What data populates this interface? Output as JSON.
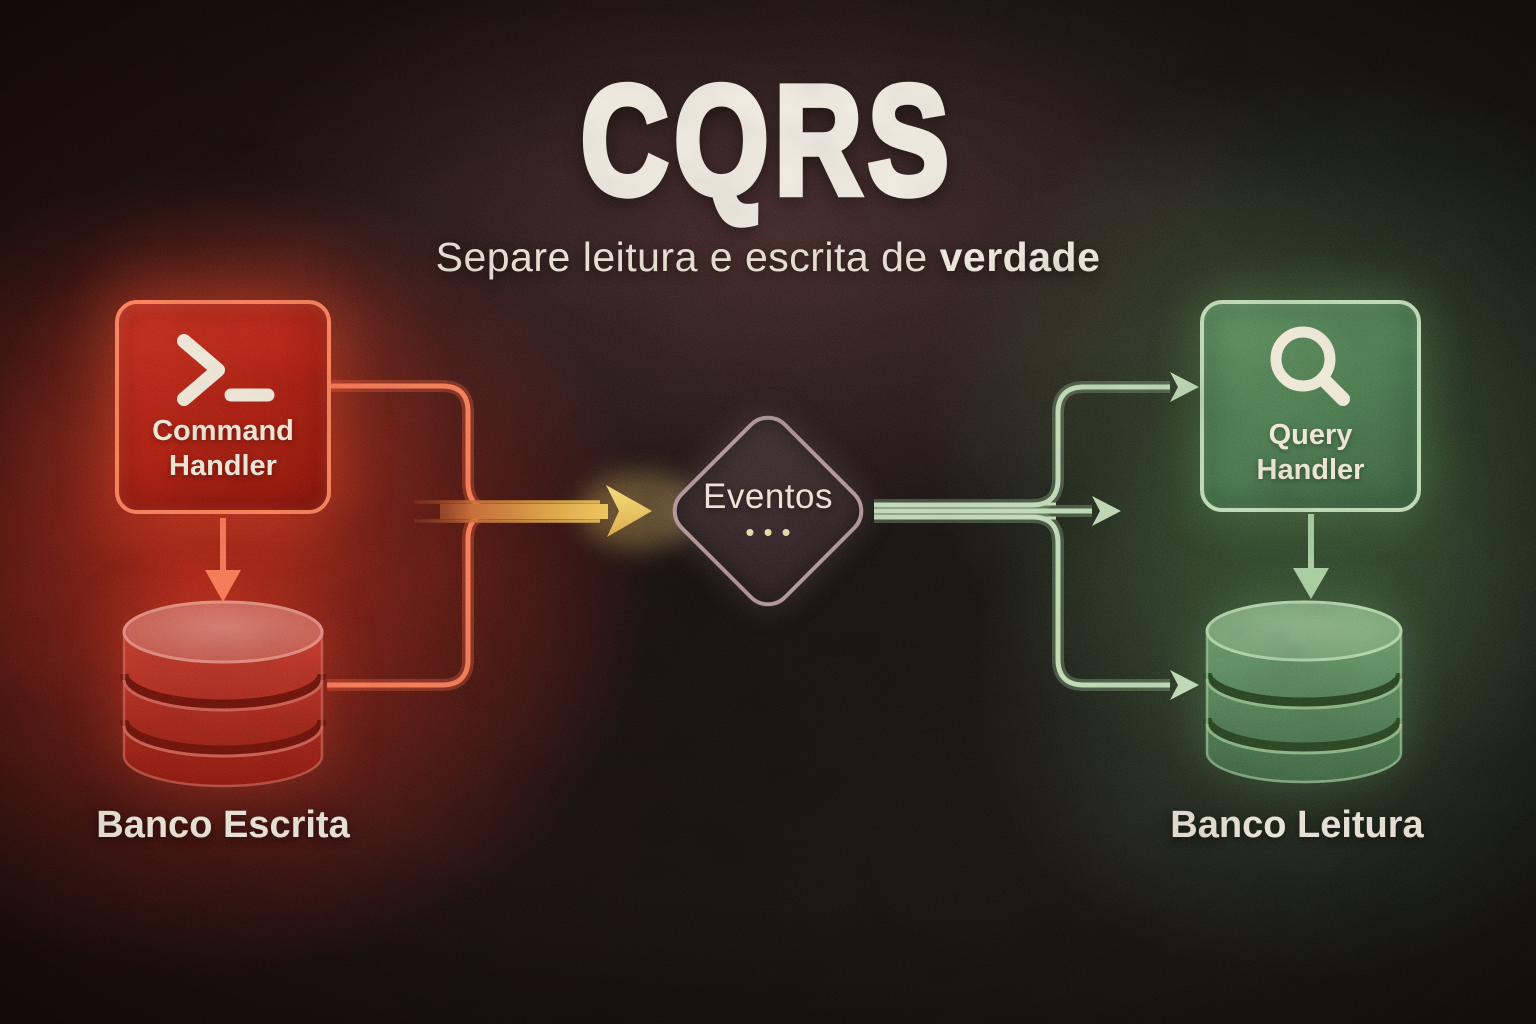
{
  "header": {
    "title": "CQRS",
    "subtitle_text": "Separe leitura e escrita de",
    "subtitle_emphasis": "verdade"
  },
  "nodes": {
    "command_handler": {
      "label": "Command Handler",
      "icon": "terminal-icon"
    },
    "eventos": {
      "label": "Eventos",
      "dots": "•••",
      "icon": "ellipsis-dots"
    },
    "query_handler": {
      "label": "Query Handler",
      "icon": "search-icon"
    },
    "banco_escrita": {
      "label": "Banco Escrita",
      "kind": "database"
    },
    "banco_leitura": {
      "label": "Banco Leitura",
      "kind": "database"
    }
  },
  "edges": [
    {
      "from": "command_handler",
      "to": "banco_escrita",
      "style": "red-arrow-down"
    },
    {
      "from": "command_handler",
      "to": "eventos",
      "style": "gold-arrow"
    },
    {
      "from": "banco_escrita",
      "to": "eventos",
      "style": "gold-arrow"
    },
    {
      "from": "eventos",
      "to": "query_handler",
      "style": "green-arrow"
    },
    {
      "from": "eventos",
      "to": "banco_leitura",
      "style": "green-arrow"
    },
    {
      "from": "query_handler",
      "to": "banco_leitura",
      "style": "green-arrow-down"
    }
  ],
  "colors": {
    "background": "#140e0f",
    "text_cream": "#f1ece1",
    "write_fill": "#ab1d11",
    "write_border": "#fb8058",
    "read_fill": "#4a7a4d",
    "read_border": "#c1ddb5",
    "event_fill": "#332628",
    "event_border": "#b2959a",
    "arrow_gold": "#f5d75f",
    "arrow_red": "#fa7c57",
    "arrow_green": "#c3ddb9",
    "dots_cream": "#e9dfa6"
  }
}
